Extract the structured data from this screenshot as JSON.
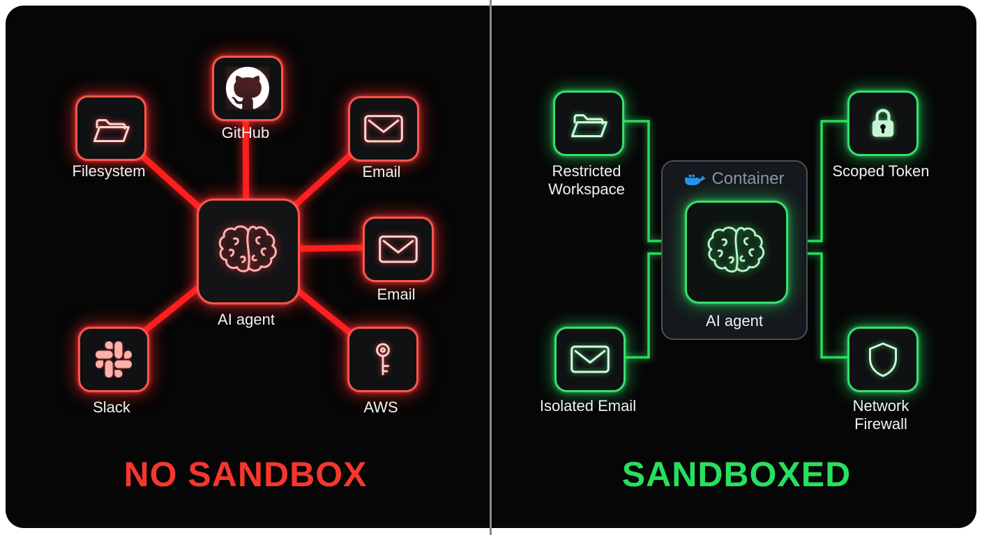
{
  "colors": {
    "danger_red": "#ff2d2d",
    "safe_green": "#2ce05f",
    "docker_blue": "#2496ed",
    "panel_background": "#060606",
    "label_text": "#f2f2f2",
    "container_label_gray": "#8b95a1"
  },
  "left": {
    "title": "NO SANDBOX",
    "center_label": "AI agent",
    "center_icon": "brain-icon",
    "nodes": [
      {
        "label": "Filesystem",
        "icon": "folder-icon"
      },
      {
        "label": "GitHub",
        "icon": "github-icon"
      },
      {
        "label": "Email",
        "icon": "envelope-icon"
      },
      {
        "label": "Email",
        "icon": "envelope-icon"
      },
      {
        "label": "Slack",
        "icon": "slack-icon"
      },
      {
        "label": "AWS",
        "icon": "key-icon"
      }
    ]
  },
  "right": {
    "title": "SANDBOXED",
    "container_label": "Container",
    "container_icon": "docker-icon",
    "center_label": "AI agent",
    "center_icon": "brain-icon",
    "nodes": [
      {
        "label": "Restricted Workspace",
        "icon": "folder-icon"
      },
      {
        "label": "Scoped Token",
        "icon": "lock-icon"
      },
      {
        "label": "Isolated Email",
        "icon": "envelope-icon"
      },
      {
        "label": "Network Firewall",
        "icon": "shield-icon"
      }
    ]
  }
}
